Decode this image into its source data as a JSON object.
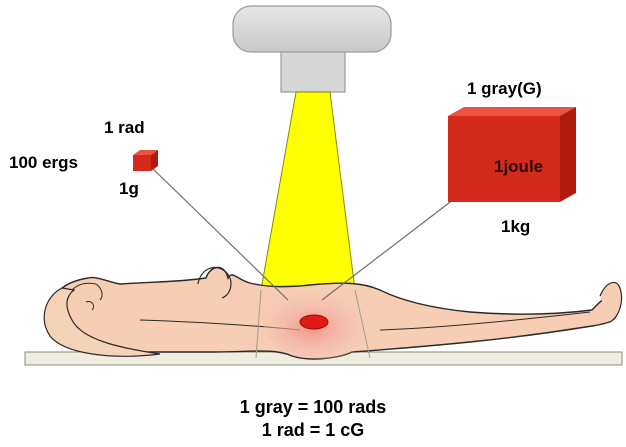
{
  "labels": {
    "small_rad": "1 rad",
    "small_ergs": "100 ergs",
    "small_mass": "1g",
    "big_gray": "1 gray(G)",
    "big_joule": "1joule",
    "big_mass": "1kg"
  },
  "equations": {
    "line1": "1 gray = 100 rads",
    "line2": "1 rad = 1 cG"
  },
  "colors": {
    "cube_front": "#d32a1c",
    "cube_top": "#e9533f",
    "cube_side": "#b01b10",
    "beam": "#ffff00",
    "skin": "#f7cdb3",
    "target": "#e11a16",
    "head": "#d7d7d7",
    "table": "#f0ede0"
  }
}
